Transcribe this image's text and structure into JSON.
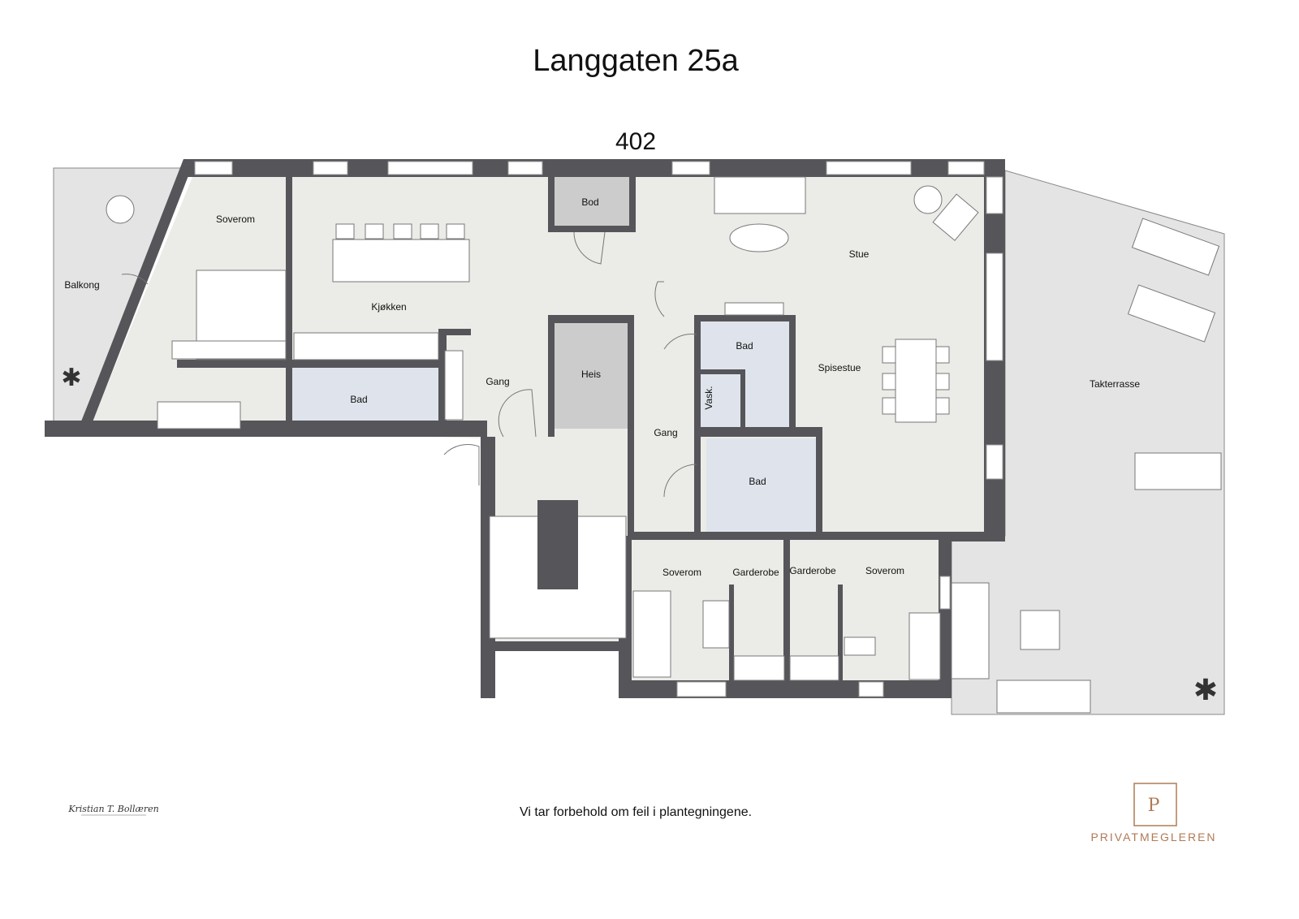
{
  "title": "Langgaten 25a",
  "unit": "402",
  "disclaimer": "Vi tar forbehold om feil i plantegningene.",
  "rooms": {
    "soverom_1": "Soverom",
    "balkong": "Balkong",
    "kjokken": "Kjøkken",
    "bod": "Bod",
    "stue": "Stue",
    "bad_1": "Bad",
    "gang_1": "Gang",
    "heis": "Heis",
    "bad_2": "Bad",
    "spisestue": "Spisestue",
    "vask": "Vask.",
    "gang_2": "Gang",
    "bad_3": "Bad",
    "takterrasse": "Takterrasse",
    "soverom_2": "Soverom",
    "garderobe_1": "Garderobe",
    "garderobe_2": "Garderobe",
    "soverom_3": "Soverom"
  },
  "logos": {
    "photographer": "Kristian T. Bollæren",
    "broker": "PRIVATMEGLEREN",
    "broker_mark": "P"
  },
  "colors": {
    "wall": "#55555a",
    "floor": "#ebece7",
    "bathroom": "#dfe4ec",
    "terrace": "#e4e4e4",
    "brand": "#b07a55"
  }
}
